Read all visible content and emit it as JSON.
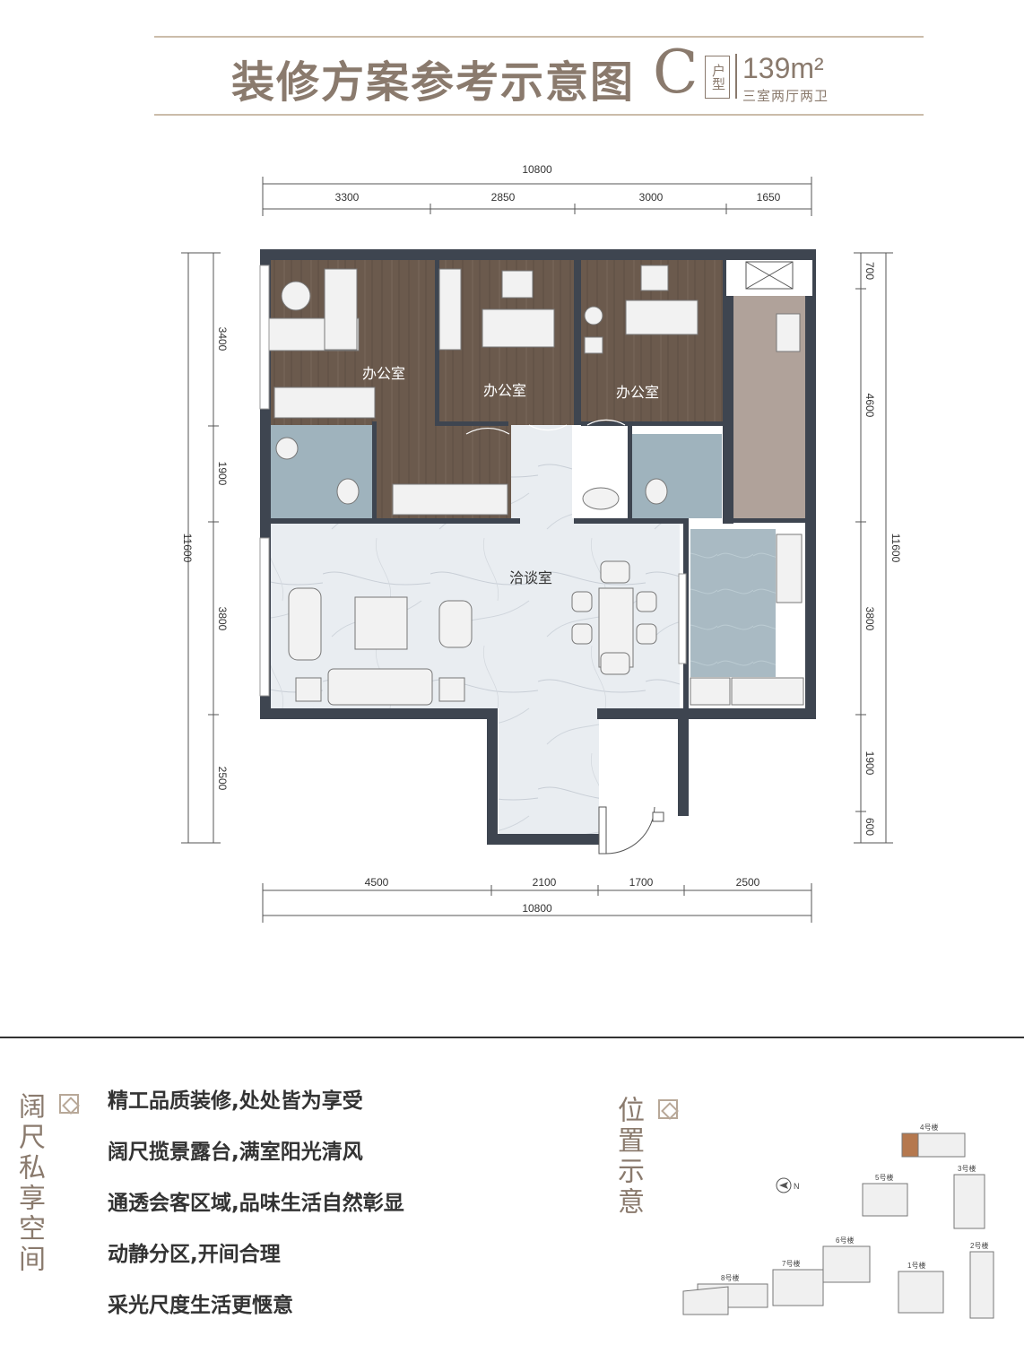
{
  "header": {
    "title": "装修方案参考示意图",
    "unit_letter": "C",
    "unit_type_label": "户型",
    "area": "139m²",
    "layout": "三室两厅两卫"
  },
  "plan": {
    "top_total": "10800",
    "top_segments": [
      "3300",
      "2850",
      "3000",
      "1650"
    ],
    "bottom_segments": [
      "4500",
      "2100",
      "1700",
      "2500"
    ],
    "bottom_total": "10800",
    "left_total": "11600",
    "left_segments": [
      "3400",
      "1900",
      "3800",
      "2500"
    ],
    "right_total": "11600",
    "right_segments": [
      "700",
      "4600",
      "3800",
      "1900",
      "600"
    ],
    "rooms": {
      "office_1": "办公室",
      "office_2": "办公室",
      "office_3": "办公室",
      "meeting": "洽谈室"
    }
  },
  "features": {
    "side_title": "阔尺私享空间",
    "items": [
      "精工品质装修,处处皆为享受",
      "阔尺揽景露台,满室阳光清风",
      "通透会客区域,品味生活自然彰显",
      "动静分区,开间合理",
      "采光尺度生活更惬意"
    ]
  },
  "location": {
    "title": "位置示意",
    "north_label": "N",
    "buildings": [
      "4号楼",
      "5号楼",
      "3号楼",
      "6号楼",
      "7号楼",
      "8号楼",
      "1号楼",
      "2号楼"
    ]
  },
  "colors": {
    "accent": "#8a7a6d",
    "wood": "#6b5a4d",
    "marble": "#e9edf1",
    "wall": "#3e4550",
    "tile": "#a8b9c2",
    "balcony_floor": "#b0a29a"
  }
}
